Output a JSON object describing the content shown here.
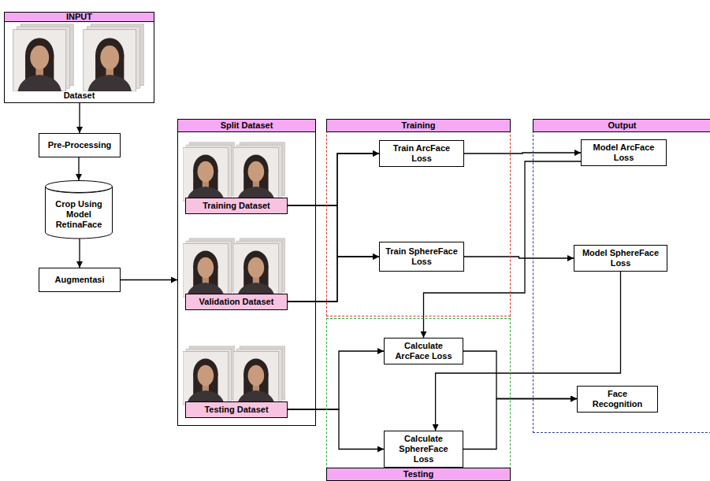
{
  "diagram": {
    "nodes": [
      {
        "text": [
          "INPUT",
          "Dataset"
        ]
      },
      {
        "text": [
          "Pre-Processing"
        ]
      },
      {
        "text": [
          "Crop Using Model RetinaFace"
        ]
      },
      {
        "text": [
          "Augmentasi"
        ]
      },
      {
        "text": [
          "Split Dataset"
        ]
      },
      {
        "text": [
          "Training Dataset"
        ],
        "in": 4
      },
      {
        "text": [
          "Validation Dataset"
        ],
        "in": 4
      },
      {
        "text": [
          "Testing Dataset"
        ],
        "in": 4
      },
      {
        "text": [
          "Training"
        ]
      },
      {
        "text": [
          "Train ArcFace Loss"
        ],
        "in": 8
      },
      {
        "text": [
          "Train SphereFace Loss"
        ],
        "in": 8
      },
      {
        "text": [
          "Testing"
        ]
      },
      {
        "text": [
          "Calculate ArcFace Loss"
        ],
        "in": 11
      },
      {
        "text": [
          "Calculate SphereFace Loss"
        ],
        "in": 11
      },
      {
        "text": [
          "Output"
        ]
      },
      {
        "text": [
          "Model ArcFace Loss"
        ],
        "in": 14
      },
      {
        "text": [
          "Model SphereFace Loss"
        ],
        "in": 14
      },
      {
        "text": [
          "Face Recognition"
        ],
        "in": 14
      }
    ],
    "edges": [
      {
        "from": 0,
        "to": 1,
        "arrow": "to"
      },
      {
        "from": 1,
        "to": 2,
        "arrow": "to"
      },
      {
        "from": 2,
        "to": 3,
        "arrow": "to"
      },
      {
        "from": 3,
        "to": 4,
        "arrow": "to"
      },
      {
        "from": 5,
        "to": 9,
        "arrow": "to"
      },
      {
        "from": 5,
        "to": 10,
        "arrow": "to"
      },
      {
        "from": 6,
        "to": 9,
        "arrow": "to"
      },
      {
        "from": 6,
        "to": 10,
        "arrow": "to"
      },
      {
        "from": 9,
        "to": 15,
        "arrow": "to"
      },
      {
        "from": 10,
        "to": 16,
        "arrow": "to"
      },
      {
        "from": 15,
        "to": 12,
        "arrow": "to"
      },
      {
        "from": 16,
        "to": 13,
        "arrow": "to"
      },
      {
        "from": 7,
        "to": 12,
        "arrow": "to"
      },
      {
        "from": 7,
        "to": 13,
        "arrow": "to"
      },
      {
        "from": 12,
        "to": 17,
        "arrow": "to"
      },
      {
        "from": 13,
        "to": 17,
        "arrow": "to"
      }
    ]
  }
}
